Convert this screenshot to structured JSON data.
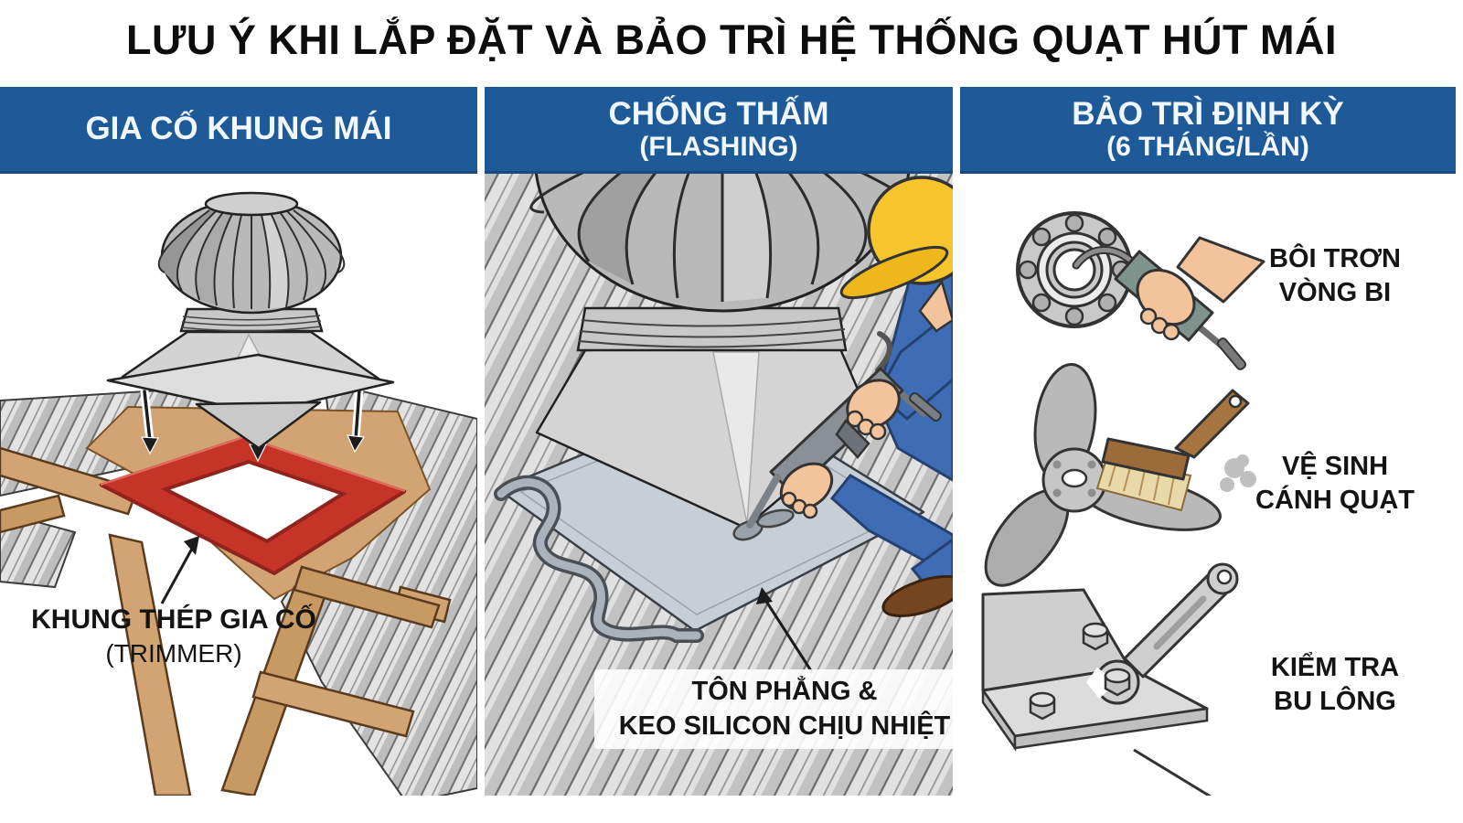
{
  "title": "LƯU Ý KHI LẮP ĐẶT VÀ BẢO TRÌ HỆ THỐNG QUẠT HÚT MÁI",
  "colors": {
    "header_blue": "#1e5a97",
    "trimmer_red": "#c63327",
    "wood_tan": "#d2a473",
    "hardhat_yellow": "#f6c52e",
    "shirt_blue": "#3f6db5",
    "skin": "#f3c39c",
    "metal_gray": "#c9c9c9"
  },
  "columns": [
    {
      "header_line1": "GIA CỐ KHUNG MÁI",
      "header_line2": "",
      "caption_line1": "KHUNG THÉP GIA CỐ",
      "caption_line2": "(TRIMMER)"
    },
    {
      "header_line1": "CHỐNG THẤM",
      "header_line2": "(FLASHING)",
      "caption_line1": "TÔN PHẲNG &",
      "caption_line2": "KEO SILICON CHỊU NHIỆT"
    },
    {
      "header_line1": "BẢO TRÌ ĐỊNH KỲ",
      "header_line2": "(6 THÁNG/LẦN)",
      "items": [
        {
          "line1": "BÔI TRƠN",
          "line2": "VÒNG BI",
          "icon": "bearing-grease-gun-icon"
        },
        {
          "line1": "VỆ SINH",
          "line2": "CÁNH QUẠT",
          "icon": "fan-blade-brush-icon"
        },
        {
          "line1": "KIỂM TRA",
          "line2": "BU LÔNG",
          "icon": "wrench-bolt-icon"
        }
      ]
    }
  ]
}
